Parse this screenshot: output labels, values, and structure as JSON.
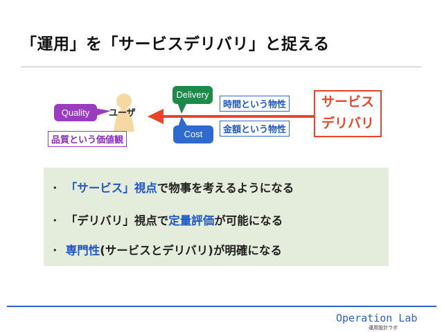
{
  "title": "「運用」を「サービスデリバリ」と捉える",
  "diagram": {
    "user_label": "ユーザ",
    "quality_bubble": "Quality",
    "quality_value": "品質という価値観",
    "delivery_bubble": "Delivery",
    "cost_bubble": "Cost",
    "time_property": "時間という物性",
    "cost_property": "金額という物性",
    "service_delivery": [
      "サービス",
      "デリバリ"
    ],
    "colors": {
      "purple": "#9a3cc0",
      "green": "#1e8a4a",
      "blue": "#2f6bcf",
      "red": "#e8452c",
      "user_fill": "#f6d9a2"
    }
  },
  "bullets": [
    {
      "segments": [
        {
          "text": "「サービス」",
          "blue": true
        },
        {
          "text": "視点",
          "blue": true
        },
        {
          "text": "で物事を考えるようになる",
          "blue": false
        }
      ]
    },
    {
      "segments": [
        {
          "text": "「デリバリ」視点で",
          "blue": false
        },
        {
          "text": "定量評価",
          "blue": true
        },
        {
          "text": "が可能になる",
          "blue": false
        }
      ]
    },
    {
      "segments": [
        {
          "text": "専門性",
          "blue": true
        },
        {
          "text": "(サービスとデリバリ)が明確になる",
          "blue": false
        }
      ]
    }
  ],
  "bullet_marker": "・",
  "footer": {
    "brand": "Operation Lab",
    "subtitle": "運用設計ラボ"
  }
}
